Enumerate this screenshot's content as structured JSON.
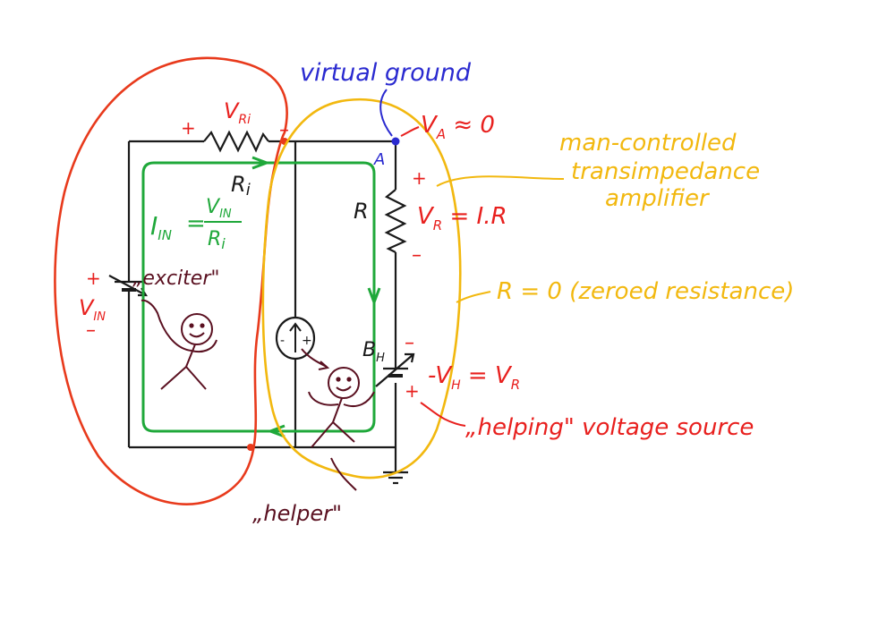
{
  "labels": {
    "virtual_ground": "virtual ground",
    "v_a": "V",
    "v_a_sub": "A",
    "v_a_rest": " ≈ 0",
    "node_a": "A",
    "v_ri": "V",
    "v_ri_sub": "Ri",
    "ri": "R",
    "ri_sub": "i",
    "i_in": "I",
    "i_in_sub": "IN",
    "i_in_eq": "=",
    "i_in_num": "V",
    "i_in_num_sub": "IN",
    "i_in_den": "R",
    "i_in_den_sub": "i",
    "r": "R",
    "v_r": "V",
    "v_r_sub": "R",
    "v_r_rest": " = I.R",
    "mct_line1": "man-controlled",
    "mct_line2": "transimpedance",
    "mct_line3": "amplifier",
    "r_zero": "R = 0 (zeroed resistance)",
    "exciter": "„exciter\"",
    "v_in": "V",
    "v_in_sub": "IN",
    "b_h": "B",
    "b_h_sub": "H",
    "v_h_pre": "-V",
    "v_h_sub": "H",
    "v_h_rest": " = V",
    "v_h_r_sub": "R",
    "helping_source": "„helping\" voltage source",
    "helper": "„helper\"",
    "plus": "+",
    "minus": "–"
  },
  "colors": {
    "wire": "#1a1a1a",
    "red": "#e8201e",
    "orange_loop": "#e83a1c",
    "yellow_loop": "#f2b80f",
    "green": "#1fa83a",
    "blue": "#2a2ad0",
    "brown": "#5a1020"
  },
  "icons": [
    "resistor-icon",
    "battery-icon",
    "ground-icon",
    "current-source-icon",
    "stick-figure-icon"
  ]
}
